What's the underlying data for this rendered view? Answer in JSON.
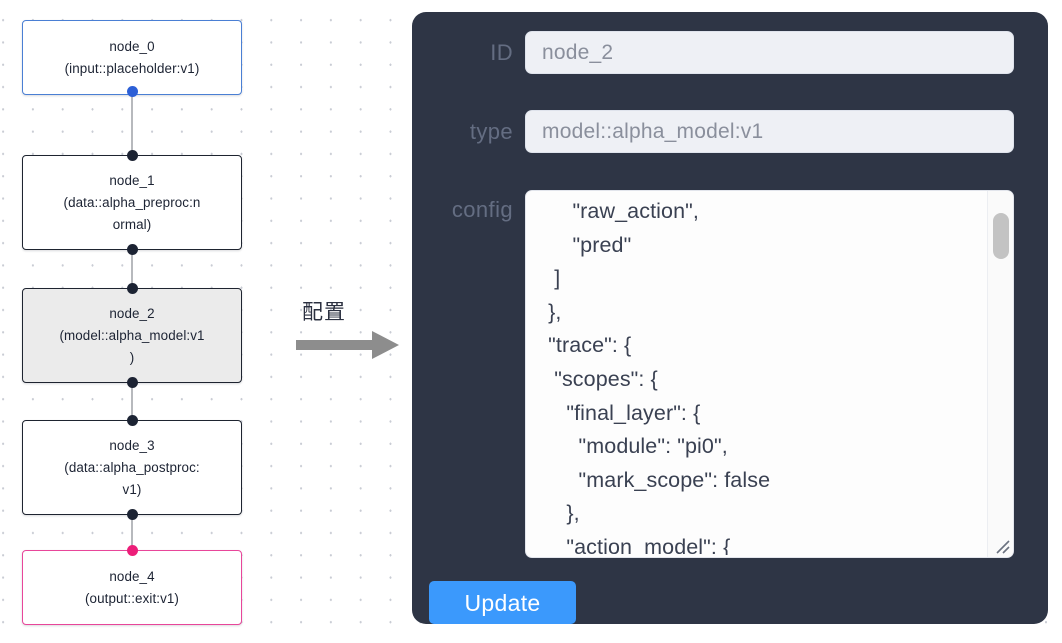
{
  "canvas": {
    "background_color": "#ffffff",
    "dot_color": "#c9ccd4"
  },
  "graph": {
    "nodes": [
      {
        "id": "node_0",
        "label": "node_0\n(input::placeholder:v1)",
        "type": "input::placeholder:v1",
        "border_color": "#4a7fd4",
        "fill_color": "#ffffff",
        "selected": false
      },
      {
        "id": "node_1",
        "label": "node_1\n(data::alpha_preproc:n\normal)",
        "type": "data::alpha_preproc:normal",
        "border_color": "#1e2430",
        "fill_color": "#ffffff",
        "selected": false
      },
      {
        "id": "node_2",
        "label": "node_2\n(model::alpha_model:v1\n)",
        "type": "model::alpha_model:v1",
        "border_color": "#1e2430",
        "fill_color": "#ebebeb",
        "selected": true
      },
      {
        "id": "node_3",
        "label": "node_3\n(data::alpha_postproc:\nv1)",
        "type": "data::alpha_postproc:v1",
        "border_color": "#1e2430",
        "fill_color": "#ffffff",
        "selected": false
      },
      {
        "id": "node_4",
        "label": "node_4\n(output::exit:v1)",
        "type": "output::exit:v1",
        "border_color": "#e8469a",
        "fill_color": "#ffffff",
        "selected": false
      }
    ],
    "edges": [
      {
        "from": "node_0",
        "to": "node_1"
      },
      {
        "from": "node_1",
        "to": "node_2"
      },
      {
        "from": "node_2",
        "to": "node_3"
      },
      {
        "from": "node_3",
        "to": "node_4"
      }
    ],
    "port_colors": {
      "default": "#1c2333",
      "node_0_source": "#2c5fd6",
      "node_4_target": "#ec1e79"
    }
  },
  "annotation": {
    "caption": "配置",
    "arrow_color": "#8a8a8a"
  },
  "panel": {
    "background_color": "#2e3545",
    "accent_color": "#3b99fc",
    "fields": [
      {
        "label": "ID",
        "value": "node_2",
        "placeholder": "node_2"
      },
      {
        "label": "type",
        "value": "model::alpha_model:v1",
        "placeholder": "model::alpha_model:v1"
      }
    ],
    "config": {
      "label": "config",
      "value": "      \"raw_action\",\n      \"pred\"\n   ]\n  },\n  \"trace\": {\n   \"scopes\": {\n     \"final_layer\": {\n       \"module\": \"pi0\",\n       \"mark_scope\": false\n     },\n     \"action_model\": {",
      "scroll_position": "partial"
    },
    "update_button": {
      "label": "Update"
    }
  }
}
